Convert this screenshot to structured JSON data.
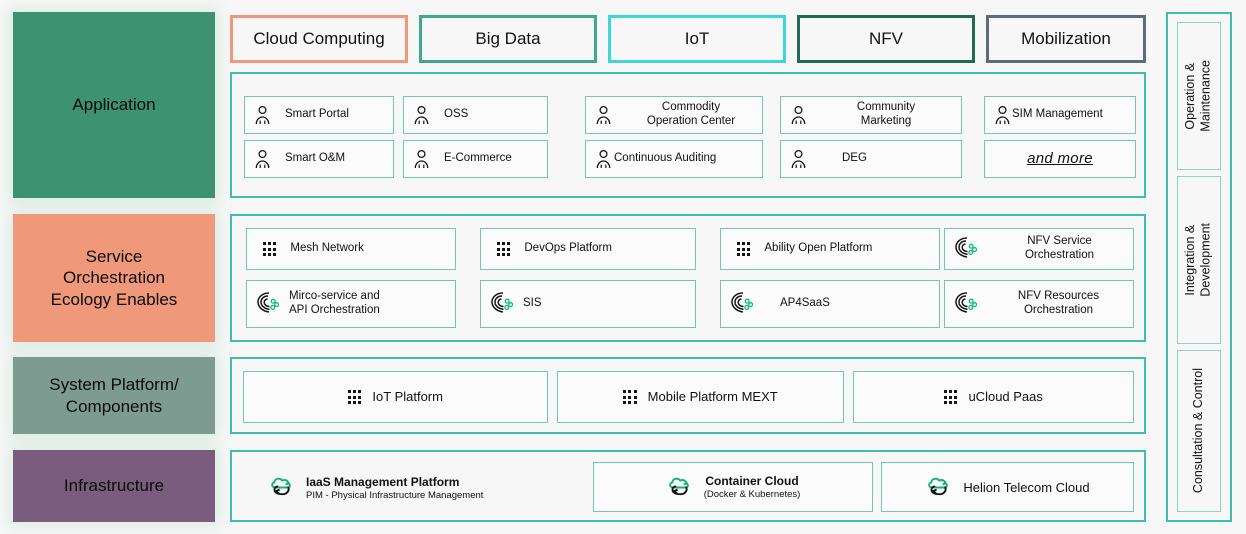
{
  "theme": {
    "accent_teal": "#3fbfa3",
    "card_border": "#6ec9b5",
    "application_color": "#3C9272",
    "service_color": "#F0987A",
    "system_color": "#7E9B92",
    "infrastructure_color": "#7A5D7E",
    "page_bg": "#f7f7f7"
  },
  "layers": [
    {
      "id": "application",
      "label": "Application"
    },
    {
      "id": "service",
      "label_lines": [
        "Service",
        "Orchestration",
        "Ecology Enables"
      ]
    },
    {
      "id": "system",
      "label_lines": [
        "System Platform/",
        "Components"
      ]
    },
    {
      "id": "infrastructure",
      "label": "Infrastructure"
    }
  ],
  "tags": [
    {
      "label": "Cloud Computing",
      "color": "#F2977B"
    },
    {
      "label": "Big Data",
      "color": "#3FA98C"
    },
    {
      "label": "IoT",
      "color": "#3FD6D6"
    },
    {
      "label": "NFV",
      "color": "#1F6B54"
    },
    {
      "label": "Mobilization",
      "color": "#5E6B7A"
    }
  ],
  "application_items": [
    {
      "label": "Smart Portal",
      "icon": "person-icon",
      "lines": 1
    },
    {
      "label": "OSS",
      "icon": "person-icon",
      "lines": 1
    },
    {
      "label": "Commodity\nOperation Center",
      "icon": "person-icon",
      "lines": 2
    },
    {
      "label": "Community\nMarketing",
      "icon": "person-icon",
      "lines": 2
    },
    {
      "label": "SIM Management",
      "icon": "person-icon",
      "lines": 1
    },
    {
      "label": "Smart O&M",
      "icon": "person-icon",
      "lines": 1
    },
    {
      "label": "E-Commerce",
      "icon": "person-icon",
      "lines": 1
    },
    {
      "label": "Continuous Auditing",
      "icon": "person-icon",
      "lines": 1
    },
    {
      "label": "DEG",
      "icon": "person-icon",
      "lines": 1
    },
    {
      "label": "and more",
      "icon": "none",
      "lines": 1
    }
  ],
  "service_items": [
    {
      "label": "Mesh Network",
      "icon": "dots-grid-icon",
      "lines": 1
    },
    {
      "label": "DevOps Platform",
      "icon": "dots-grid-icon",
      "lines": 1
    },
    {
      "label": "Ability Open Platform",
      "icon": "dots-grid-icon",
      "lines": 1
    },
    {
      "label": "NFV Service\nOrchestration",
      "icon": "orchestration-icon",
      "lines": 2
    },
    {
      "label": "Mirco-service and\nAPI Orchestration",
      "icon": "orchestration-icon",
      "lines": 2
    },
    {
      "label": "SIS",
      "icon": "orchestration-icon",
      "lines": 1
    },
    {
      "label": "AP4SaaS",
      "icon": "orchestration-icon",
      "lines": 1
    },
    {
      "label": "NFV Resources\nOrchestration",
      "icon": "orchestration-icon",
      "lines": 2
    }
  ],
  "system_items": [
    {
      "label": "IoT Platform",
      "icon": "dots-grid-icon"
    },
    {
      "label": "Mobile Platform MEXT",
      "icon": "dots-grid-icon"
    },
    {
      "label": "uCloud Paas",
      "icon": "dots-grid-icon"
    }
  ],
  "infrastructure_items": [
    {
      "title": "IaaS Management Platform",
      "subtitle": "PIM - Physical Infrastructure Management",
      "icon": "cloud-sync-icon",
      "boxed": false
    },
    {
      "title": "Container Cloud",
      "subtitle": "(Docker & Kubernetes)",
      "icon": "cloud-sync-icon",
      "boxed": true
    },
    {
      "title": "Helion Telecom Cloud",
      "subtitle": "",
      "icon": "cloud-sync-icon",
      "boxed": true
    }
  ],
  "side_column": [
    {
      "label": "Operation &\nMaintenance"
    },
    {
      "label": "Integration &\nDevelopment"
    },
    {
      "label": "Consultation & Control"
    }
  ]
}
